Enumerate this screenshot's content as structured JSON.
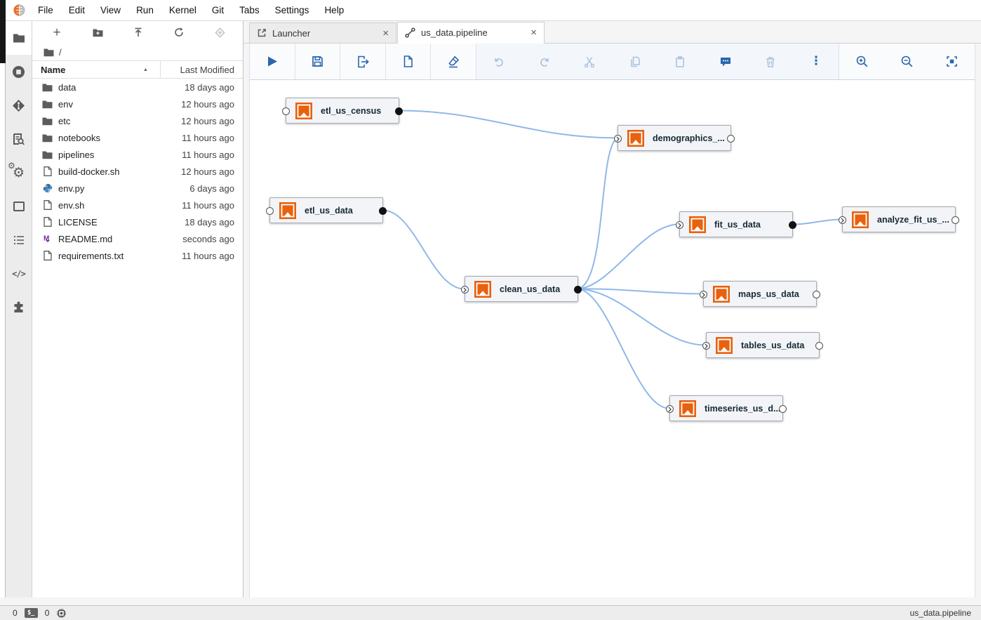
{
  "menu": {
    "items": [
      "File",
      "Edit",
      "View",
      "Run",
      "Kernel",
      "Git",
      "Tabs",
      "Settings",
      "Help"
    ]
  },
  "sidebar": {
    "items": [
      {
        "name": "file-browser"
      },
      {
        "name": "running-sessions"
      },
      {
        "name": "git"
      },
      {
        "name": "runtimes"
      },
      {
        "name": "runtime-images"
      },
      {
        "name": "component-catalogs"
      },
      {
        "name": "table-of-contents"
      },
      {
        "name": "code-snippets"
      },
      {
        "name": "extensions"
      }
    ]
  },
  "file_browser": {
    "toolbar": [
      "new-launcher",
      "new-folder",
      "upload",
      "refresh",
      "git-clone"
    ],
    "breadcrumb_root": "/",
    "columns": {
      "name": "Name",
      "modified": "Last Modified"
    },
    "files": [
      {
        "name": "data",
        "type": "folder",
        "modified": "18 days ago"
      },
      {
        "name": "env",
        "type": "folder",
        "modified": "12 hours ago"
      },
      {
        "name": "etc",
        "type": "folder",
        "modified": "12 hours ago"
      },
      {
        "name": "notebooks",
        "type": "folder",
        "modified": "11 hours ago"
      },
      {
        "name": "pipelines",
        "type": "folder",
        "modified": "11 hours ago"
      },
      {
        "name": "build-docker.sh",
        "type": "file",
        "modified": "12 hours ago"
      },
      {
        "name": "env.py",
        "type": "python",
        "modified": "6 days ago"
      },
      {
        "name": "env.sh",
        "type": "file",
        "modified": "11 hours ago"
      },
      {
        "name": "LICENSE",
        "type": "file",
        "modified": "18 days ago"
      },
      {
        "name": "README.md",
        "type": "markdown",
        "modified": "seconds ago"
      },
      {
        "name": "requirements.txt",
        "type": "file",
        "modified": "11 hours ago"
      }
    ]
  },
  "tabs": [
    {
      "label": "Launcher",
      "active": false
    },
    {
      "label": "us_data.pipeline",
      "active": true
    }
  ],
  "pipeline_toolbar": {
    "buttons": [
      "run",
      "save",
      "export",
      "clear",
      "erase",
      "undo",
      "redo",
      "cut",
      "copy",
      "paste",
      "add-comment",
      "delete",
      "more-options",
      "zoom-in",
      "zoom-out",
      "fit-to-view"
    ]
  },
  "pipeline": {
    "nodes": [
      {
        "label": "etl_us_census"
      },
      {
        "label": "demographics_..."
      },
      {
        "label": "etl_us_data"
      },
      {
        "label": "fit_us_data"
      },
      {
        "label": "analyze_fit_us_..."
      },
      {
        "label": "clean_us_data"
      },
      {
        "label": "maps_us_data"
      },
      {
        "label": "tables_us_data"
      },
      {
        "label": "timeseries_us_d..."
      }
    ]
  },
  "status_bar": {
    "terminals": "0",
    "kernels": "0",
    "current_file": "us_data.pipeline"
  },
  "icons": {
    "close": "×",
    "plus": "+",
    "kebab": "⋮",
    "code": "</>",
    "gear": "⚙",
    "terminal_badge": "$_",
    "sort_asc": "▲"
  },
  "colors": {
    "accent_blue": "#2a66ad",
    "disabled_blue": "#aac1de",
    "edge_blue": "#8fb8ea",
    "node_orange": "#e8610d",
    "markdown_purple": "#7626a3",
    "python_blue": "#3776ab"
  }
}
